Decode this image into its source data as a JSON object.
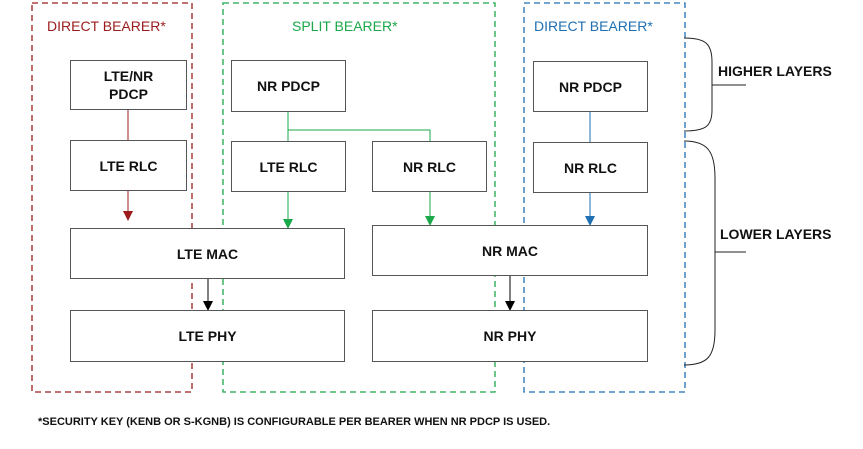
{
  "colors": {
    "direct_left": "#9b1c1c",
    "split": "#1aa84a",
    "direct_right": "#1f6fb2",
    "box_border": "#555555",
    "black_arrow": "#000000"
  },
  "bearers": {
    "left_title": "DIRECT BEARER*",
    "split_title": "SPLIT BEARER*",
    "right_title": "DIRECT BEARER*"
  },
  "boxes": {
    "lte_nr_pdcp": "LTE/NR\nPDCP",
    "nr_pdcp_split": "NR PDCP",
    "nr_pdcp_right": "NR PDCP",
    "lte_rlc_left": "LTE RLC",
    "lte_rlc_split": "LTE RLC",
    "nr_rlc_split": "NR RLC",
    "nr_rlc_right": "NR RLC",
    "lte_mac": "LTE MAC",
    "nr_mac": "NR MAC",
    "lte_phy": "LTE PHY",
    "nr_phy": "NR PHY"
  },
  "layers": {
    "higher": "HIGHER LAYERS",
    "lower": "LOWER LAYERS"
  },
  "footnote": "*SECURITY KEY (KENB OR S-KGNB) IS CONFIGURABLE PER BEARER WHEN NR PDCP IS USED."
}
